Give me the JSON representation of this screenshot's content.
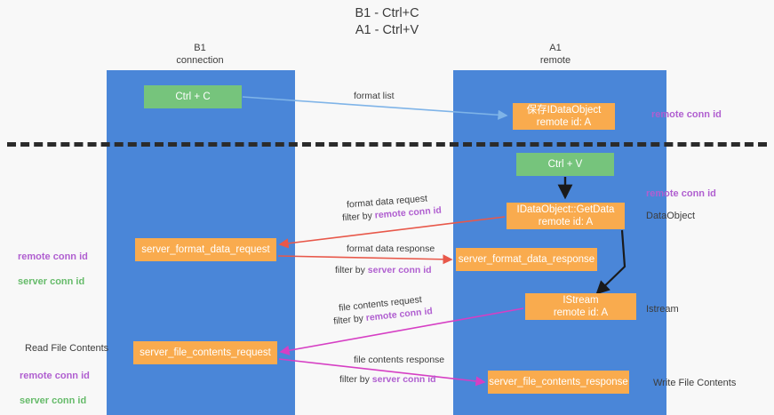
{
  "title": "B1 - Ctrl+C\nA1 - Ctrl+V",
  "lanes": [
    {
      "name": "lane-b1",
      "header": "B1\nconnection"
    },
    {
      "name": "lane-a1",
      "header": "A1\nremote"
    }
  ],
  "nodes": {
    "ctrl_c": "Ctrl + C",
    "save_idataobject": "保存IDataObject\nremote id: A",
    "ctrl_v": "Ctrl + V",
    "getdata": "IDataObject::GetData\nremote id: A",
    "server_format_data_request": "server_format_data_request",
    "server_format_data_response": "server_format_data_response",
    "istream": "IStream\nremote id: A",
    "server_file_contents_request": "server_file_contents_request",
    "server_file_contents_response": "server_file_contents_response"
  },
  "annotations": {
    "remote_conn_id_top": "remote conn id",
    "remote_conn_id_mid": "remote conn id",
    "dataobject": "DataObject",
    "istream": "Istream",
    "write_file_contents": "Write File Contents",
    "read_file_contents": "Read File Contents",
    "left_ids_mid": "remote conn id\nserver conn id",
    "left_ids_bottom": "remote conn id\nserver conn id"
  },
  "edge_labels": {
    "format_list": "format list",
    "format_data_request": "format data request",
    "format_data_request_filter_prefix": "filter by ",
    "format_data_request_filter_key": "remote conn id",
    "format_data_response": "format data response",
    "format_data_response_filter_prefix": "filter by ",
    "format_data_response_filter_key": "server conn id",
    "file_contents_request": "file contents request",
    "file_contents_request_filter_prefix": "filter by ",
    "file_contents_request_filter_key": "remote conn id",
    "file_contents_response": "file contents response",
    "file_contents_response_filter_prefix": "filter by ",
    "file_contents_response_filter_key": "server conn id"
  },
  "colors": {
    "lane": "#4a86d8",
    "green_node": "#76c47c",
    "orange_node": "#f9ab4e",
    "purple_text": "#b05fd0",
    "green_text": "#66bb6a",
    "arrow_blue": "#7fb4e8",
    "arrow_red": "#e8584a",
    "arrow_magenta": "#d63fc4",
    "arrow_black": "#1a1a1a",
    "divider": "#2b2b2b",
    "background": "#f8f8f8"
  }
}
